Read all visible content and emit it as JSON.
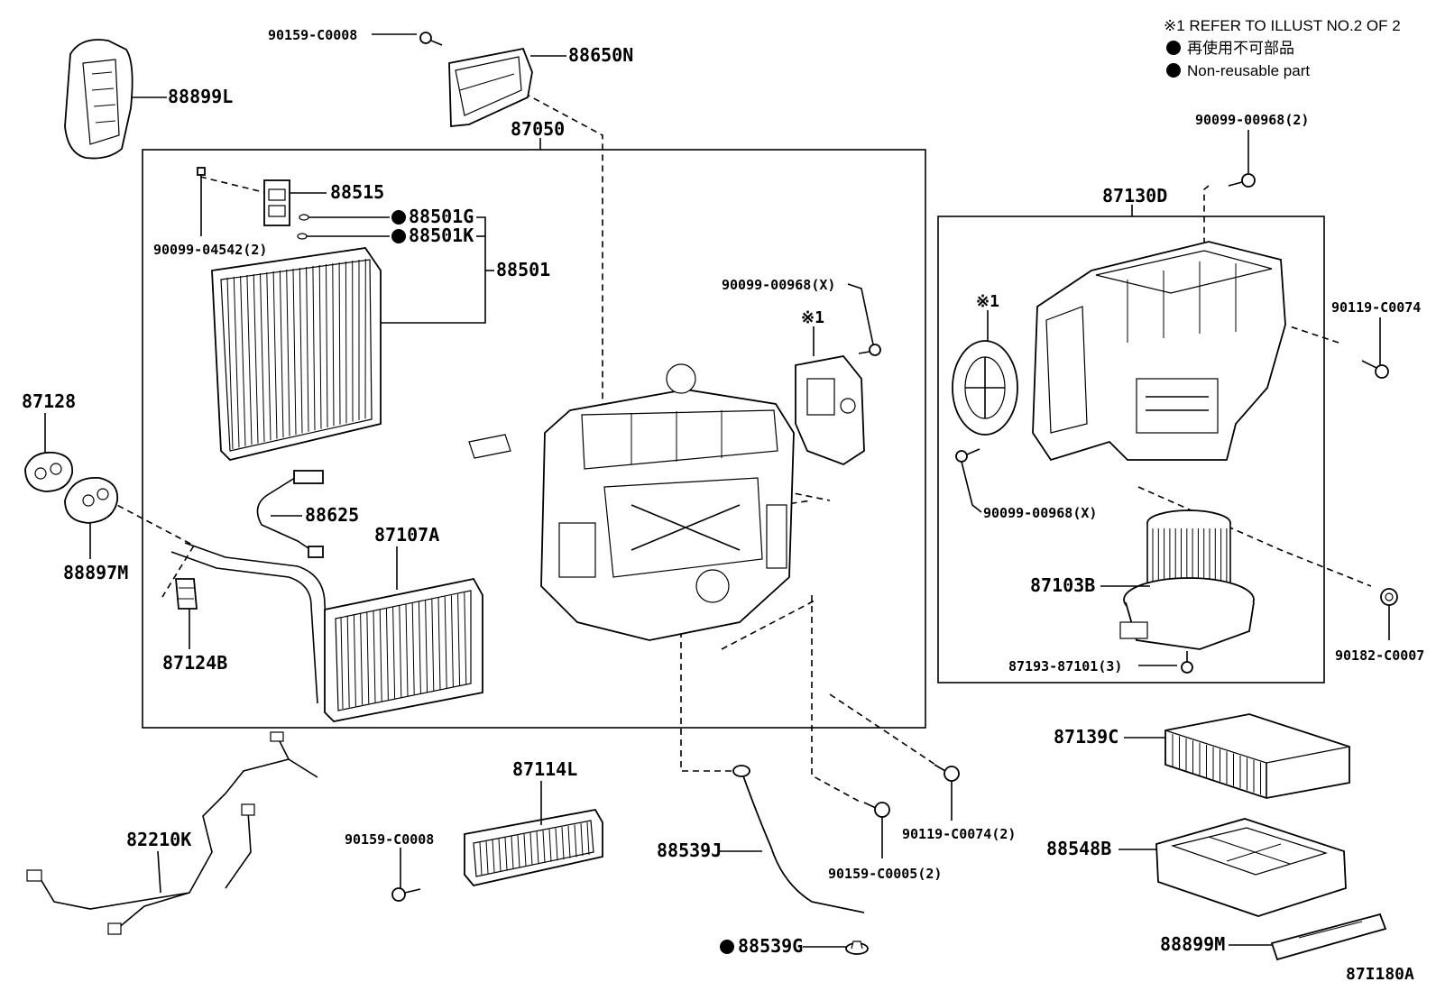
{
  "notes": {
    "refer": "※1 REFER TO ILLUST NO.2 OF 2",
    "nonreusable_jp": "再使用不可部品",
    "nonreusable_en": "Non-reusable part",
    "bullet": "●"
  },
  "diagram_code": "87I180A",
  "groups": {
    "main_unit": "87050",
    "blower_unit": "87130D"
  },
  "callouts": {
    "c_90159_C0008_top": "90159-C0008",
    "c_88650N": "88650N",
    "c_88899L": "88899L",
    "c_88515": "88515",
    "c_88501G": "88501G",
    "c_88501K": "88501K",
    "c_90099_04542": "90099-04542(2)",
    "c_88501": "88501",
    "c_87128": "87128",
    "c_88897M": "88897M",
    "c_88625": "88625",
    "c_87107A": "87107A",
    "c_87124B": "87124B",
    "c_90099_00968X_mid": "90099-00968(X)",
    "c_ref1_mid": "※1",
    "c_90099_00968_2": "90099-00968(2)",
    "c_90119_C0074": "90119-C0074",
    "c_ref1_right": "※1",
    "c_90099_00968X_right": "90099-00968(X)",
    "c_87103B": "87103B",
    "c_90182_C0007": "90182-C0007",
    "c_87193_87101": "87193-87101(3)",
    "c_87139C": "87139C",
    "c_88548B": "88548B",
    "c_88899M": "88899M",
    "c_82210K": "82210K",
    "c_87114L": "87114L",
    "c_90159_C0008_bot": "90159-C0008",
    "c_88539J": "88539J",
    "c_88539G": "88539G",
    "c_90119_C0074_2": "90119-C0074(2)",
    "c_90159_C0005": "90159-C0005(2)"
  },
  "legend": {
    "non_reusable_marker_color": "#000000"
  }
}
